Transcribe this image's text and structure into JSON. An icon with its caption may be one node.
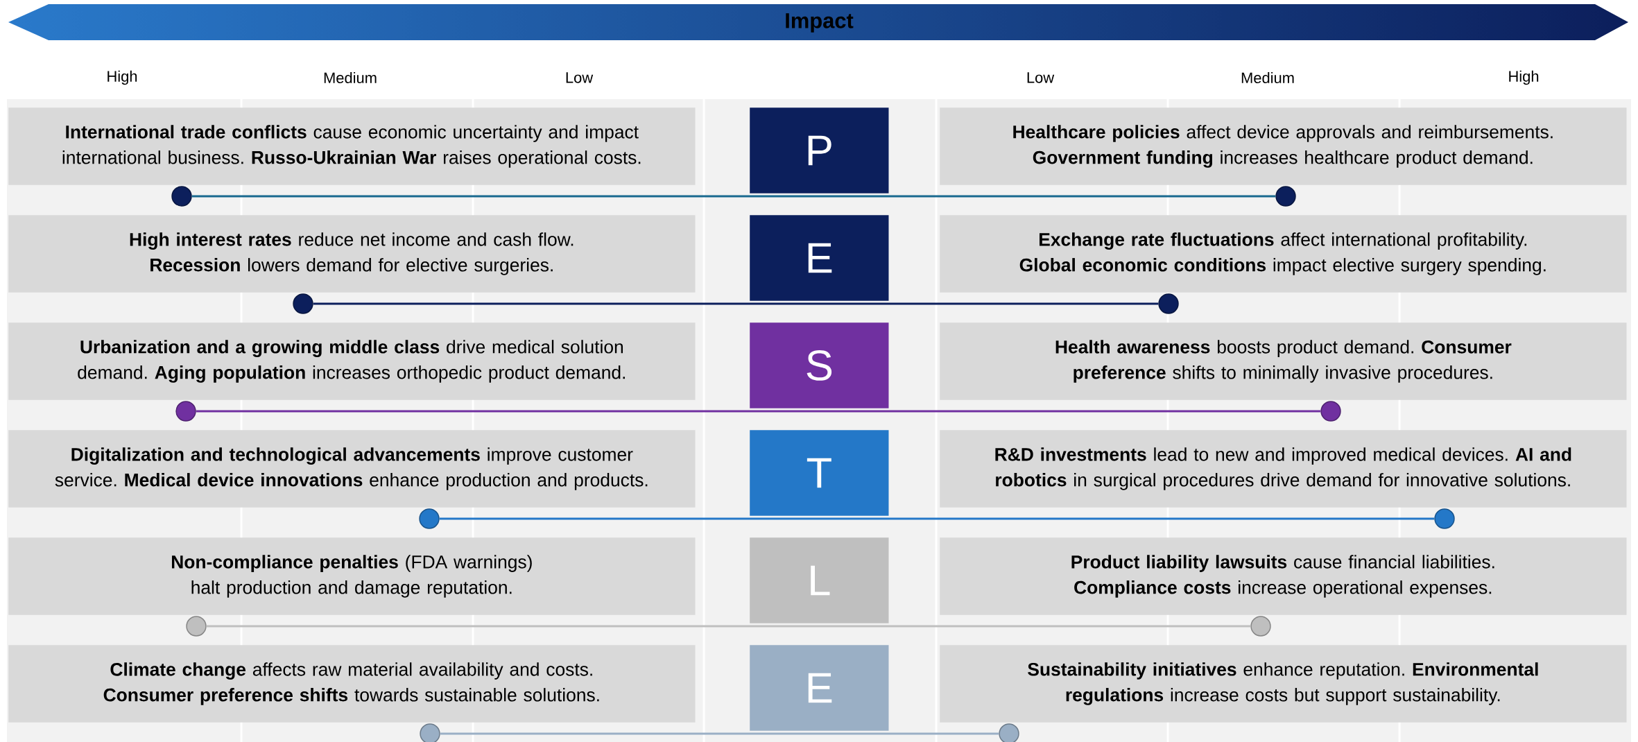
{
  "diagram": {
    "title": "Impact",
    "nodes": [
      {
        "text": [
          "**International trade conflicts** cause economic uncertainty and impact international business. **Russo-Ukrainian War** raises operational costs."
        ]
      },
      {
        "text": [
          "P"
        ]
      },
      {
        "text": [
          "**Healthcare policies** affect device approvals and reimbursements. **Government funding** increases healthcare product demand."
        ]
      },
      {
        "text": [],
        "shape": "circle"
      },
      {
        "text": [],
        "shape": "circle"
      },
      {
        "text": [
          "**High interest rates** reduce net income and cash flow. **Recession** lowers demand for elective surgeries."
        ]
      },
      {
        "text": [
          "E"
        ]
      },
      {
        "text": [
          "**Exchange rate fluctuations** affect international profitability. **Global economic conditions** impact elective surgery spending."
        ]
      },
      {
        "text": [],
        "shape": "circle"
      },
      {
        "text": [],
        "shape": "circle"
      },
      {
        "text": [
          "**Urbanization and a growing middle class** drive medical solution demand. **Aging population** increases orthopedic product demand."
        ]
      },
      {
        "text": [
          "S"
        ]
      },
      {
        "text": [
          "**Health awareness** boosts product demand. **Consumer preference** shifts to minimally invasive procedures."
        ]
      },
      {
        "text": [],
        "shape": "circle"
      },
      {
        "text": [],
        "shape": "circle"
      },
      {
        "text": [
          "**Digitalization and technological advancements** improve customer service. **Medical device innovations** enhance production and products."
        ]
      },
      {
        "text": [
          "T"
        ]
      },
      {
        "text": [
          "**R&D investments** lead to new and improved medical devices. **AI and robotics** in surgical procedures drive demand for innovative solutions."
        ]
      },
      {
        "text": [],
        "shape": "circle"
      },
      {
        "text": [],
        "shape": "circle"
      },
      {
        "text": [
          "**Non-compliance penalties** (FDA warnings) halt production and damage reputation."
        ]
      },
      {
        "text": [
          "L"
        ]
      },
      {
        "text": [
          "**Product liability lawsuits** cause financial liabilities. **Compliance costs** increase operational expenses."
        ]
      },
      {
        "text": [],
        "shape": "circle"
      },
      {
        "text": [],
        "shape": "circle"
      },
      {
        "text": [
          "**Climate change** affects raw material availability and costs. **Consumer preference shifts** towards sustainable solutions."
        ]
      },
      {
        "text": [
          "E"
        ]
      },
      {
        "text": [
          "**Sustainability initiatives** enhance reputation. **Environmental regulations** increase costs but support sustainability."
        ]
      },
      {
        "text": [],
        "shape": "circle"
      },
      {
        "text": [],
        "shape": "circle"
      }
    ],
    "edges": [
      {
        "from": 3,
        "to": 4,
        "arrow": "none",
        "color": "#19698f"
      },
      {
        "from": 8,
        "to": 9,
        "arrow": "none",
        "color": "#0c1f5c"
      },
      {
        "from": 13,
        "to": 14,
        "arrow": "none",
        "color": "#7030a0"
      },
      {
        "from": 18,
        "to": 19,
        "arrow": "none",
        "color": "#2478c8"
      },
      {
        "from": 23,
        "to": 24,
        "arrow": "none",
        "color": "#bfbfbf"
      },
      {
        "from": 28,
        "to": 29,
        "arrow": "none",
        "color": "#9aafc5"
      }
    ],
    "labels": [
      "High",
      "Medium",
      "Low",
      "Low",
      "Medium",
      "High"
    ]
  }
}
